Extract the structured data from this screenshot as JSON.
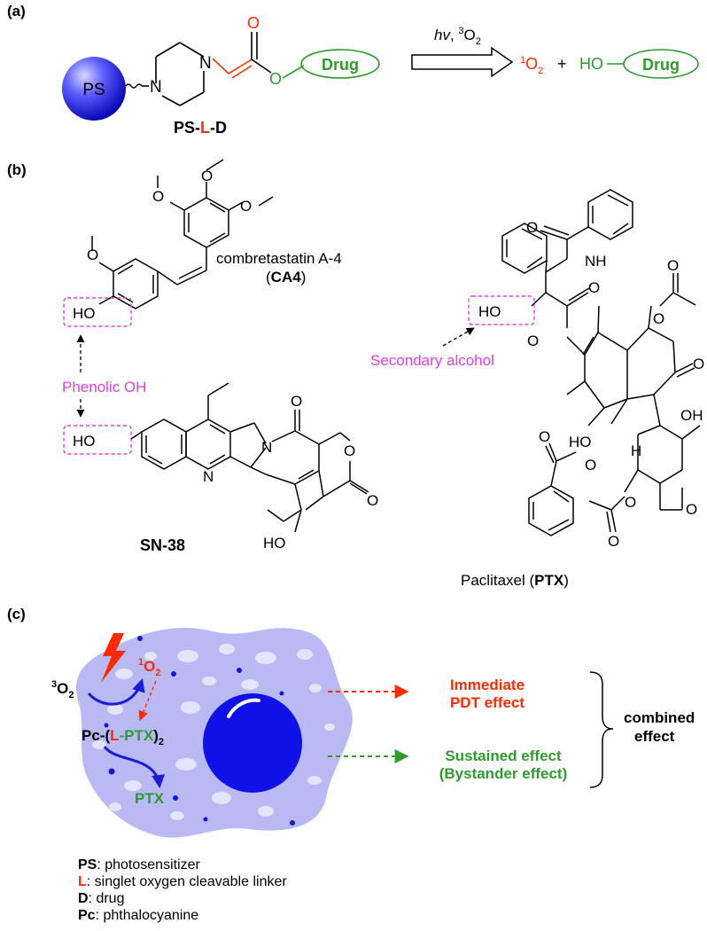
{
  "panel_a": {
    "label": "(a)",
    "ps_label": "PS",
    "drug_label": "Drug",
    "conjugate": {
      "ps": "PS",
      "dash1": "-",
      "linker": "L",
      "dash2": "-",
      "drug": "D"
    },
    "arrow_condition": {
      "hv": "hv",
      "sep": ", ",
      "sup": "3",
      "o2": "O",
      "sub": "2"
    },
    "product_singlet": {
      "sup": "1",
      "o": "O",
      "sub": "2"
    },
    "plus": "+",
    "ho_label": "HO",
    "product_drug_label": "Drug"
  },
  "panel_b": {
    "label": "(b)",
    "ca4_name": "combretastatin A-4",
    "ca4_abbr": {
      "open": "(",
      "abbr": "CA4",
      "close": ")"
    },
    "phenolic_label": "Phenolic OH",
    "ho_top": "HO",
    "ho_bottom": "HO",
    "sn38_label": "SN-38",
    "sn38_ho": "HO",
    "sn38_n": "N",
    "sn38_n2": "N",
    "sn38_o1": "O",
    "sn38_o2": "O",
    "sn38_o3": "O",
    "secondary_label": "Secondary alcohol",
    "ptx_name": {
      "text": "Paclitaxel (",
      "abbr": "PTX",
      "close": ")"
    },
    "ptx_atoms": {
      "nh": "NH",
      "o": "O",
      "ho": "HO",
      "oh": "OH",
      "h": "H"
    }
  },
  "panel_c": {
    "label": "(c)",
    "triplet": {
      "sup": "3",
      "o": "O",
      "sub": "2"
    },
    "singlet": {
      "sup": "1",
      "o": "O",
      "sub": "2"
    },
    "conjugate": {
      "pc": "Pc-(",
      "l": "L",
      "ptx": "-PTX",
      "close": ")",
      "sub": "2"
    },
    "ptx_release": "PTX",
    "effect_immediate": [
      "Immediate",
      "PDT effect"
    ],
    "effect_sustained": [
      "Sustained effect",
      "(Bystander effect)"
    ],
    "combined": [
      "combined",
      "effect"
    ]
  },
  "legend": [
    {
      "key": "PS",
      "text": ": photosensitizer"
    },
    {
      "key": "L",
      "text": ": singlet oxygen cleavable linker"
    },
    {
      "key": "D",
      "text": ": drug"
    },
    {
      "key": "Pc",
      "text": ": phthalocyanine"
    }
  ],
  "colors": {
    "linker_red": "#ff2a00",
    "drug_green": "#2e9b2e",
    "highlight_magenta": "#e040e0",
    "ps_blue": "#2b2bff",
    "cell_lavender": "#b9b9f3",
    "nucleus_blue": "#1010e8",
    "arrow_blue": "#1a1ad8"
  }
}
